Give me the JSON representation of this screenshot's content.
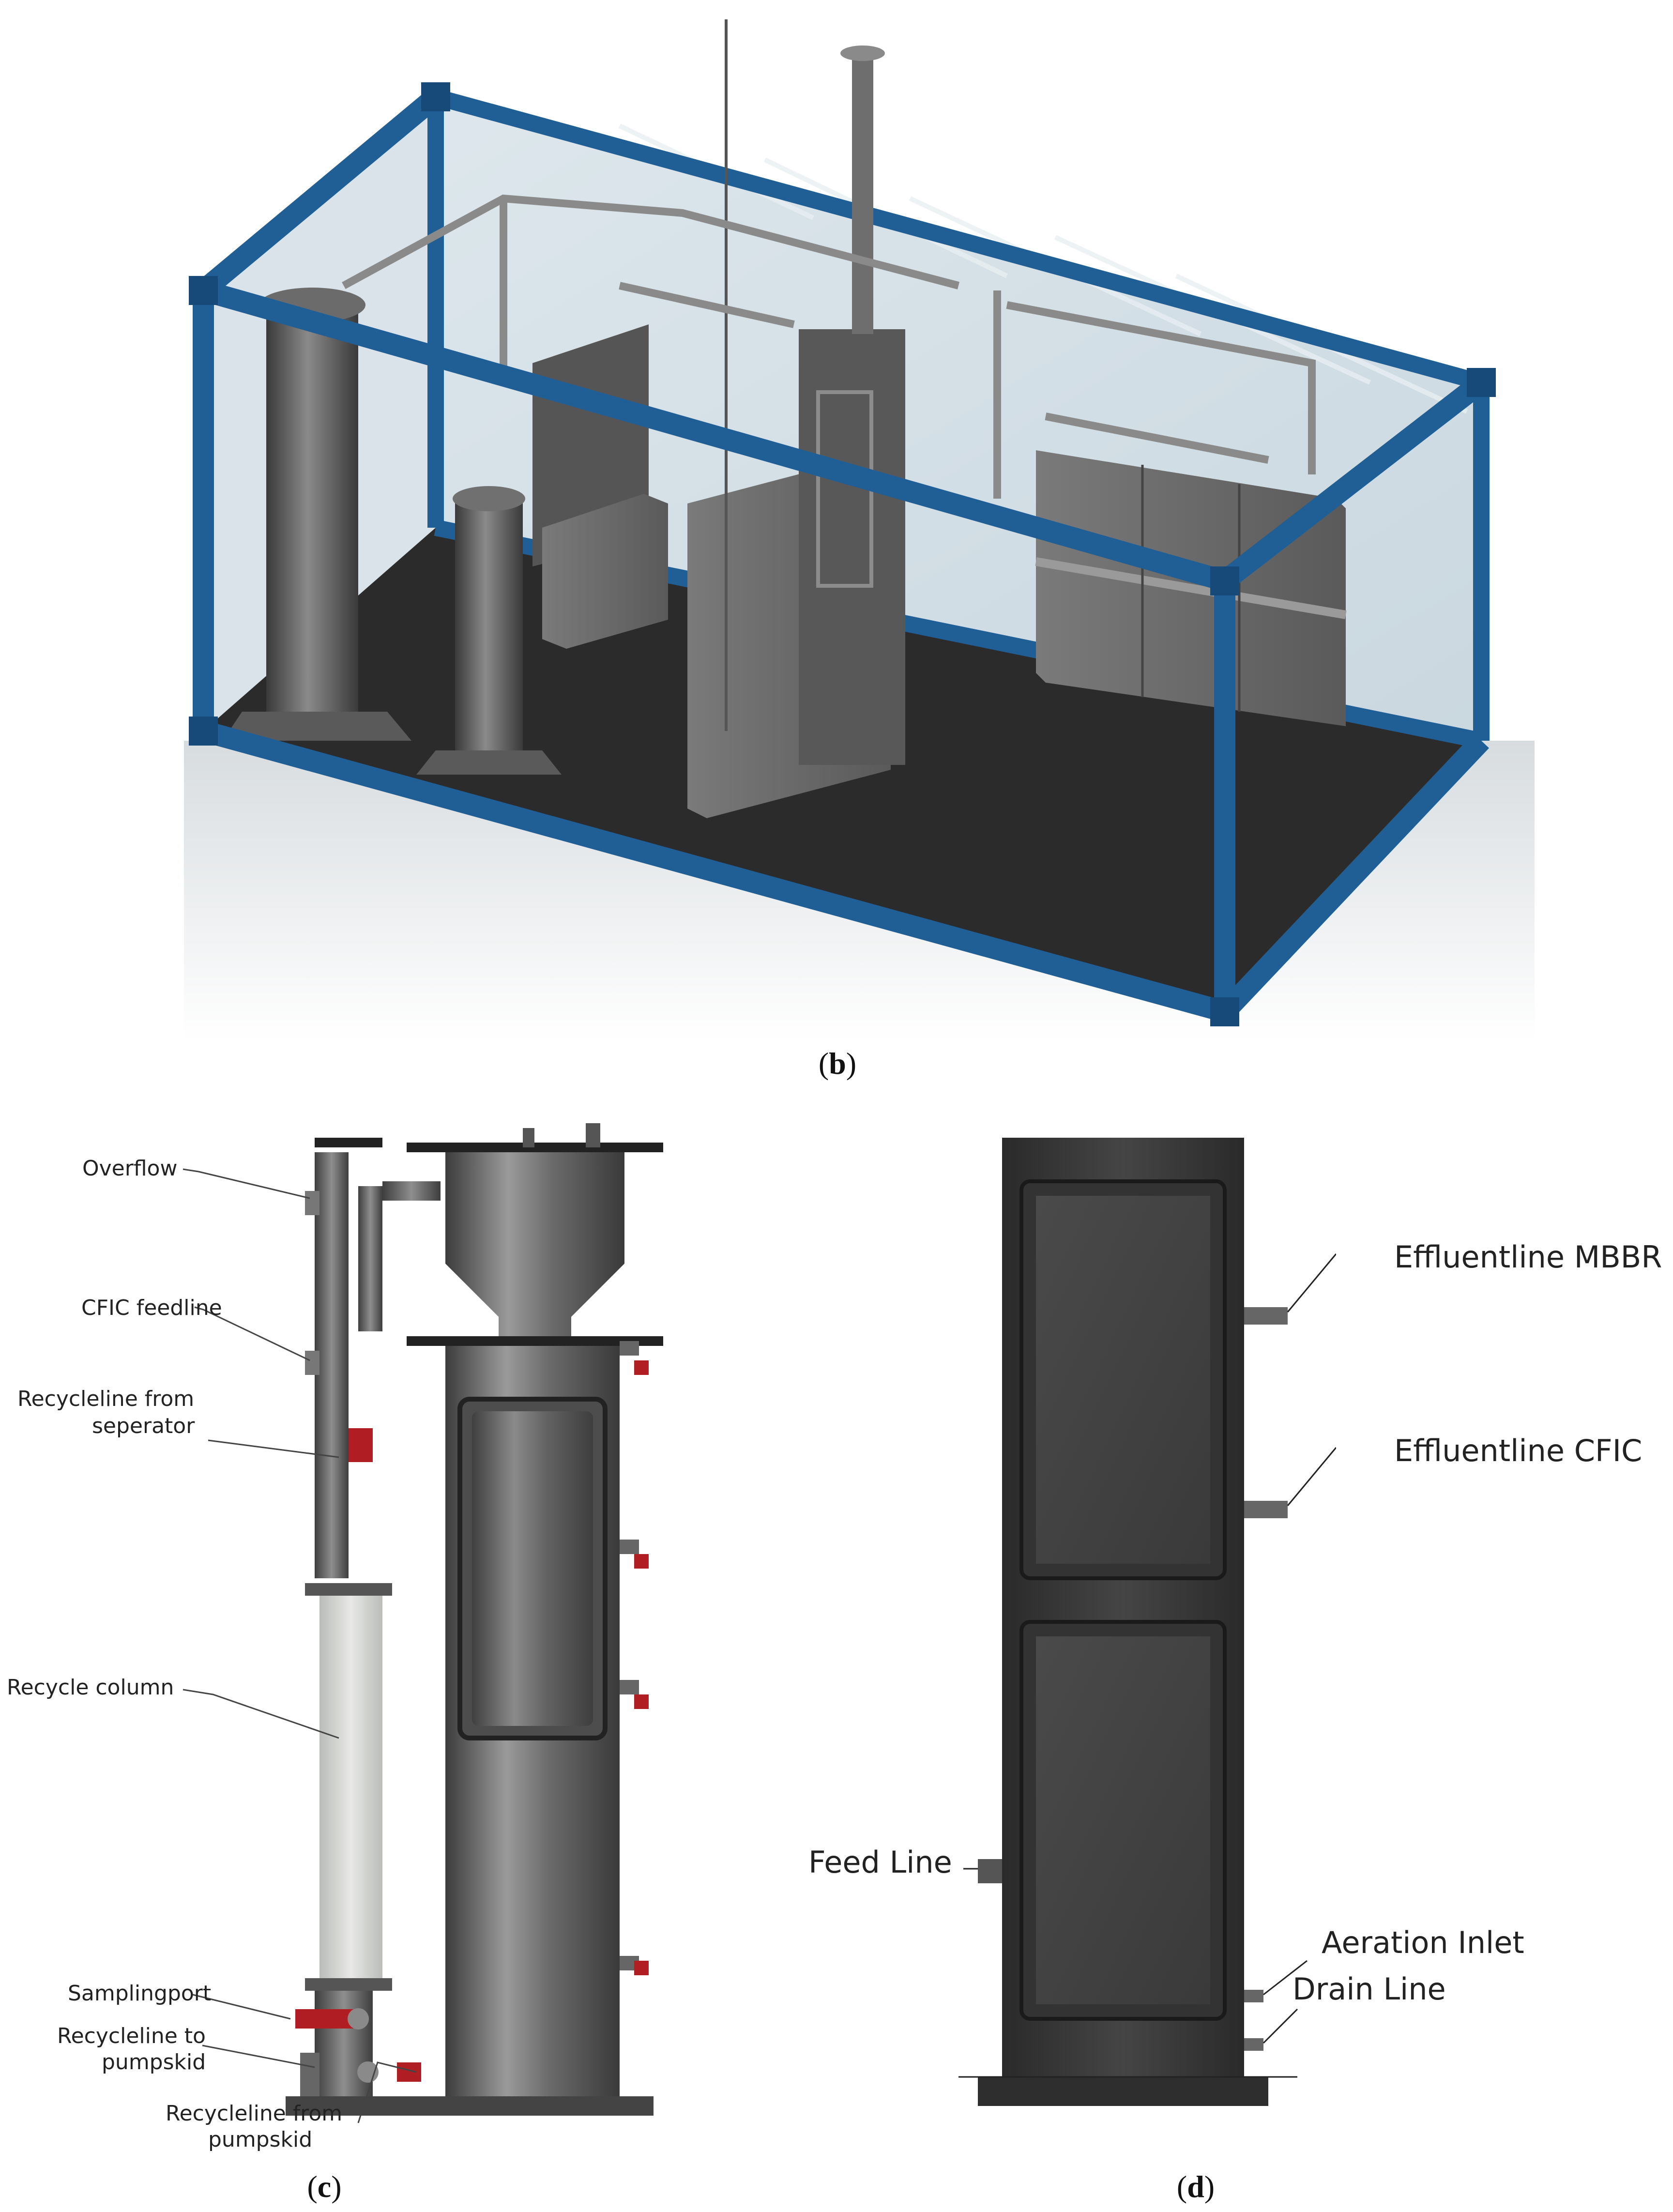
{
  "captions": {
    "b": {
      "letter": "b"
    },
    "c": {
      "letter": "c"
    },
    "d": {
      "letter": "d"
    }
  },
  "panel_c": {
    "labels": {
      "overflow": "Overflow",
      "cfic_feedline": "CFIC feedline",
      "recycle_from_sep_1": "Recycleline from",
      "recycle_from_sep_2": "seperator",
      "recycle_column": "Recycle column",
      "samplingport": "Samplingport",
      "recycle_to_pump_1": "Recycleline to",
      "recycle_to_pump_2": "pumpskid",
      "recycle_from_pump_1": "Recycleline from",
      "recycle_from_pump_2": "pumpskid"
    }
  },
  "panel_d": {
    "labels": {
      "effluent_mbbr": "Effluentline MBBR",
      "effluent_cfic": "Effluentline CFIC",
      "feed_line": "Feed Line",
      "aeration_inlet": "Aeration Inlet",
      "drain_line": "Drain Line"
    }
  },
  "colors": {
    "frame_blue": "#1f5f96",
    "metal_dark": "#4a4a4a",
    "metal_mid": "#7b7b7b",
    "valve_red": "#b01e23",
    "floor": "#2b2b2b",
    "glass": "#cfdde6"
  }
}
